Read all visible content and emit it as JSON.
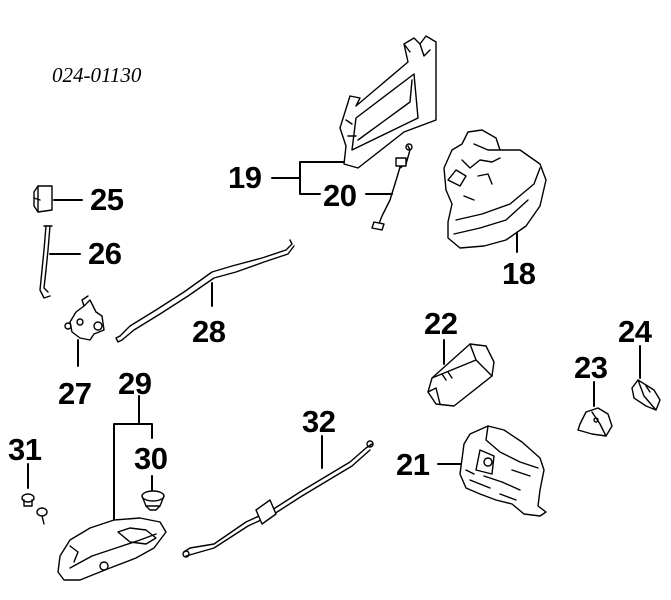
{
  "diagram": {
    "code": "024-01130",
    "labels": {
      "p18": "18",
      "p19": "19",
      "p20": "20",
      "p21": "21",
      "p22": "22",
      "p23": "23",
      "p24": "24",
      "p25": "25",
      "p26": "26",
      "p27": "27",
      "p28": "28",
      "p29": "29",
      "p30": "30",
      "p31": "31",
      "p32": "32"
    }
  }
}
